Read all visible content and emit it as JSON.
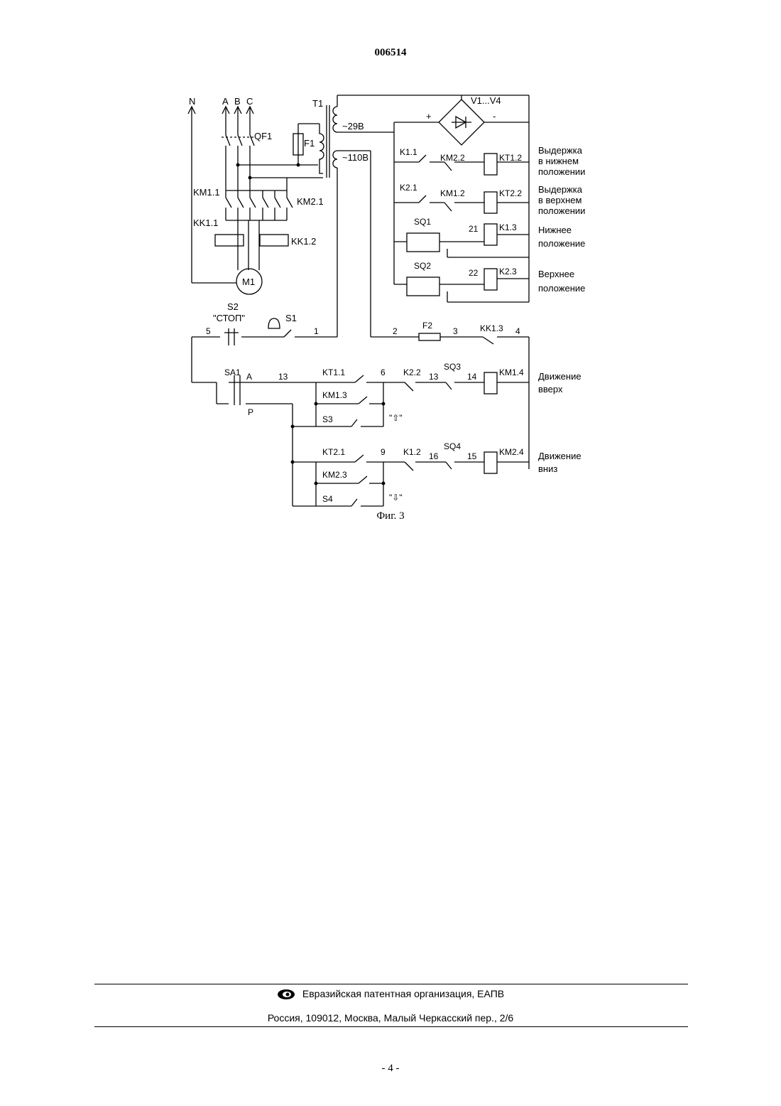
{
  "header": {
    "patent_number": "006514"
  },
  "figure": {
    "caption": "Фиг. 3",
    "labels": {
      "N": "N",
      "A": "A",
      "B": "B",
      "C": "C",
      "QF1": "QF1",
      "T1": "T1",
      "v29": "~29B",
      "v110": "~110B",
      "F1": "F1",
      "V1V4": "V1...V4",
      "plus": "+",
      "minus": "-",
      "KM11": "KM1.1",
      "KM21": "KM2.1",
      "KK11": "KK1.1",
      "KK12": "KK1.2",
      "M1": "M1",
      "K11": "K1.1",
      "KM22": "KM2.2",
      "KT12": "KT1.2",
      "K21": "K2.1",
      "KM12": "KM1.2",
      "KT22": "KT2.2",
      "SQ1": "SQ1",
      "n21": "21",
      "K13": "K1.3",
      "SQ2": "SQ2",
      "n22": "22",
      "K23": "K2.3",
      "S2": "S2",
      "STOP": "\"СТОП\"",
      "S1": "S1",
      "n5": "5",
      "n1": "1",
      "n2": "2",
      "F2": "F2",
      "n3": "3",
      "KK13": "KK1.3",
      "n4": "4",
      "SA1": "SA1",
      "A2": "A",
      "n13a": "13",
      "P": "P",
      "KT11": "KT1.1",
      "n6": "6",
      "K22": "K2.2",
      "n13b": "13",
      "SQ3": "SQ3",
      "n14": "14",
      "KM14": "KM1.4",
      "KM13": "KM1.3",
      "S3": "S3",
      "up_arrow": "\"⇧\"",
      "KT21": "KT2.1",
      "n9": "9",
      "K12": "K1.2",
      "n16": "16",
      "SQ4": "SQ4",
      "n15": "15",
      "KM24": "KM2.4",
      "KM23": "KM2.3",
      "S4": "S4",
      "down_arrow": "\"⇩\""
    },
    "side_notes": {
      "lower_delay": [
        "Выдержка",
        "в нижнем",
        "положении"
      ],
      "upper_delay": [
        "Выдержка",
        "в верхнем",
        "положении"
      ],
      "lower_position": [
        "Нижнее",
        "положение"
      ],
      "upper_position": [
        "Верхнее",
        "положение"
      ],
      "move_up": [
        "Движение",
        "вверх"
      ],
      "move_down": [
        "Движение",
        "вниз"
      ]
    }
  },
  "footer": {
    "organization": "Евразийская патентная организация, ЕАПВ",
    "address": "Россия, 109012, Москва, Малый Черкасский пер., 2/6",
    "page": "- 4 -"
  }
}
